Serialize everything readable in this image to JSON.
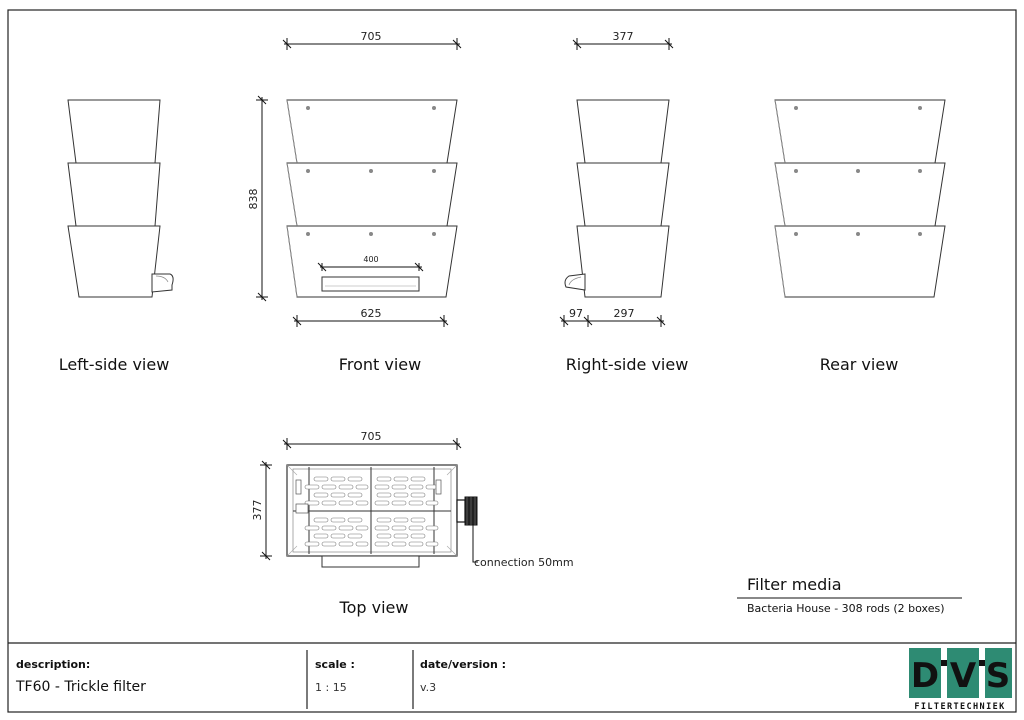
{
  "views": {
    "left": "Left-side view",
    "front": "Front view",
    "right": "Right-side view",
    "rear": "Rear view",
    "top": "Top view"
  },
  "dimensions": {
    "front_width_top": "705",
    "front_width_bottom": "625",
    "front_height": "838",
    "front_opening": "400",
    "side_width_top": "377",
    "side_offset": "97",
    "side_width_bottom": "297",
    "top_width": "705",
    "top_depth": "377"
  },
  "connection_label": "connection 50mm",
  "filter_media": {
    "title": "Filter media",
    "text": "Bacteria House - 308 rods (2 boxes)"
  },
  "title_block": {
    "description_label": "description:",
    "description_value": "TF60 - Trickle filter",
    "scale_label": "scale :",
    "scale_value": "1 : 15",
    "date_label": "date/version :",
    "date_value": "v.3"
  },
  "logo": {
    "letters": [
      "D",
      "V",
      "S"
    ],
    "subtitle": "FILTERTECHNIEK",
    "bg_color": "#2e8b73",
    "text_color": "#111111"
  }
}
